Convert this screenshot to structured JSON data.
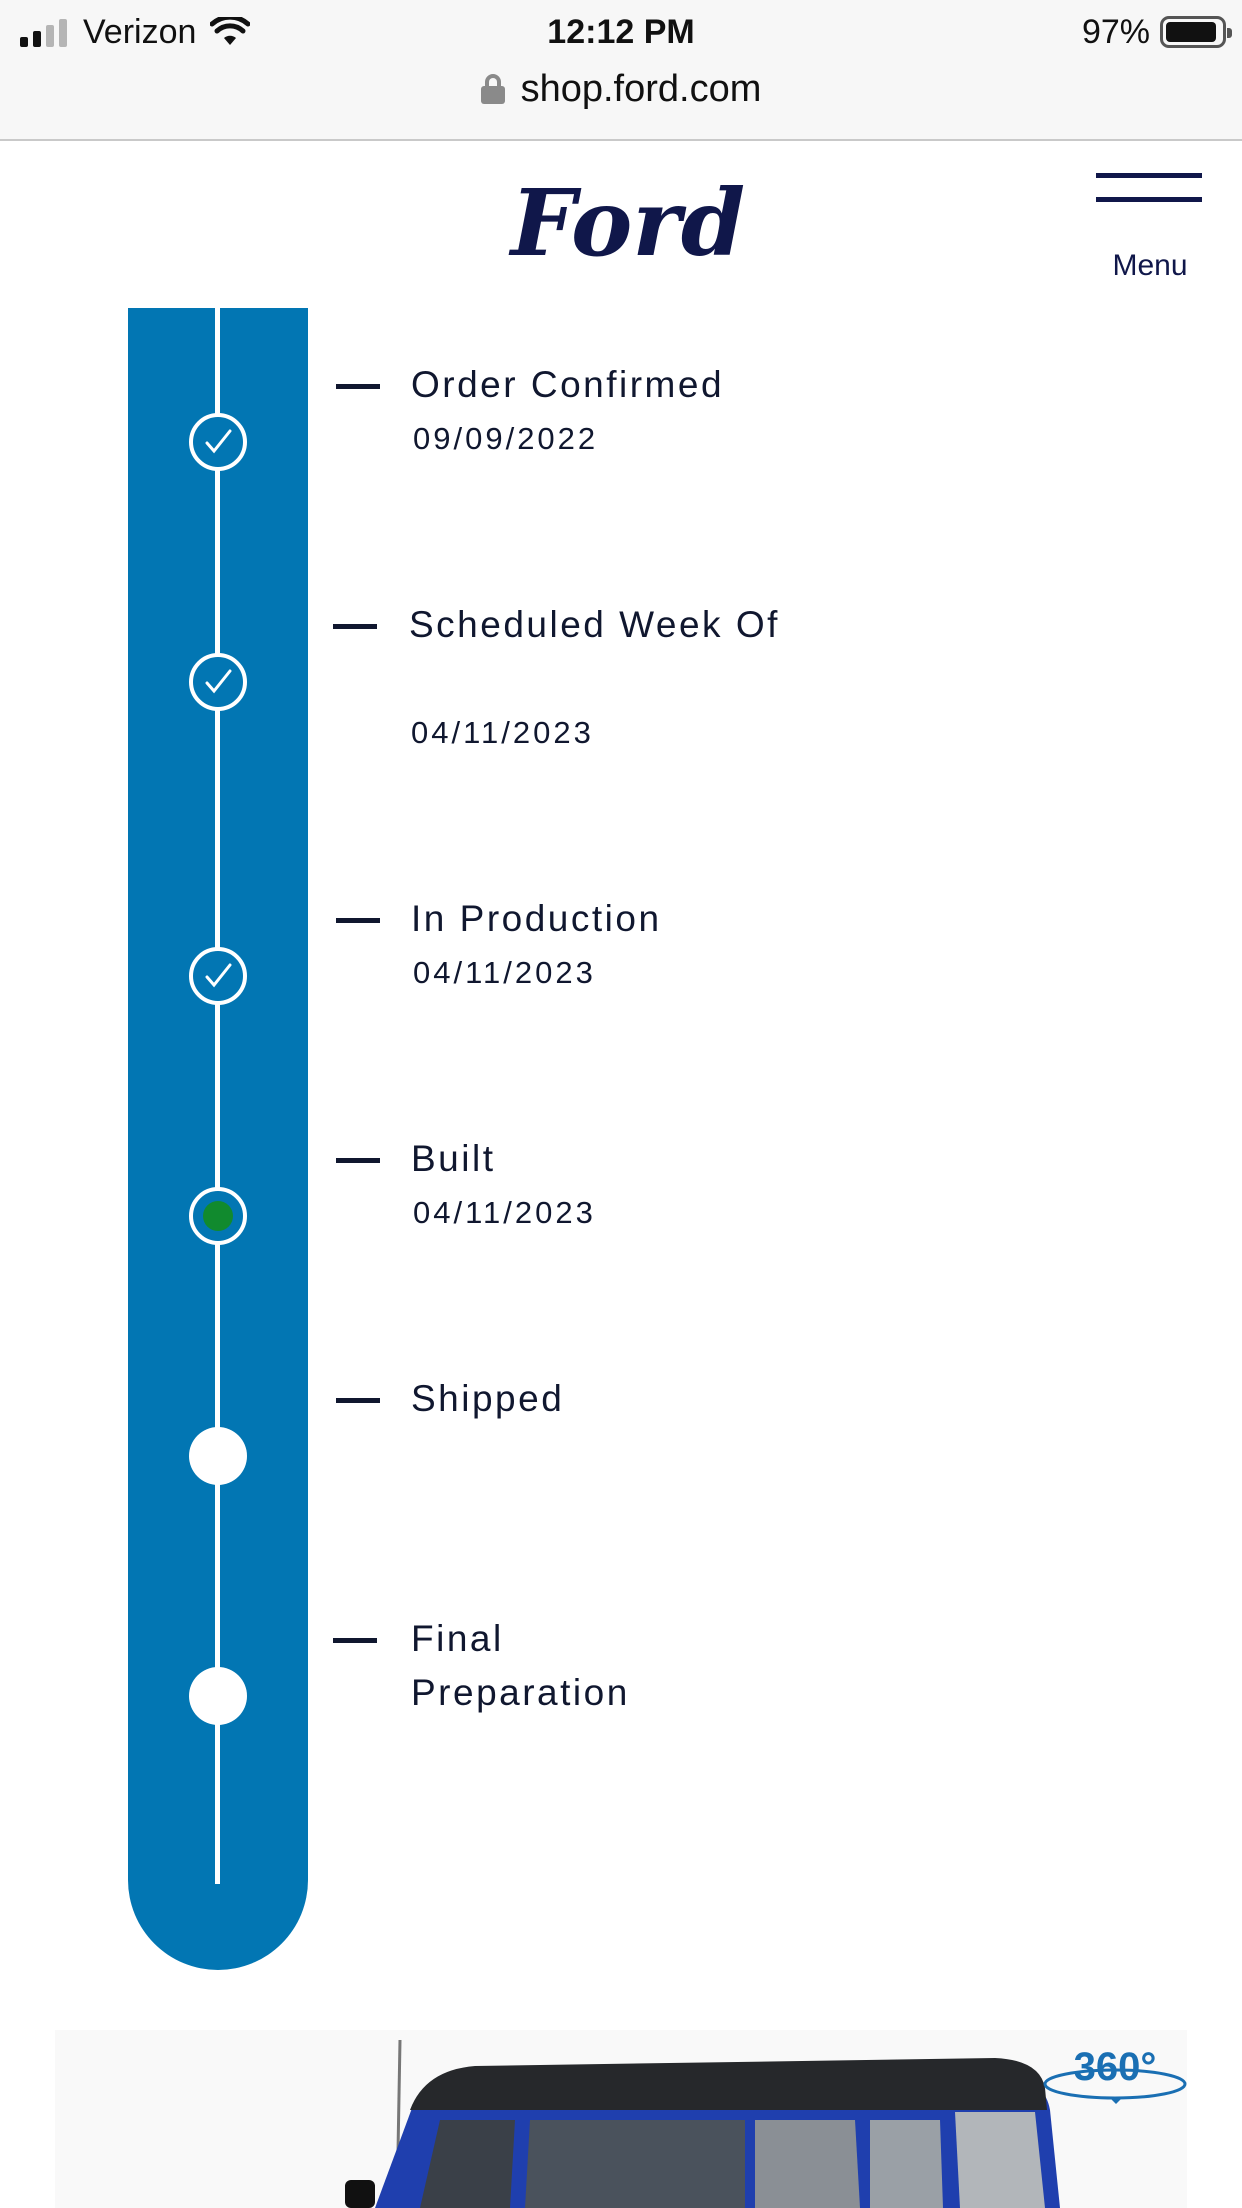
{
  "status_bar": {
    "carrier": "Verizon",
    "time": "12:12 PM",
    "battery": "97%",
    "battery_level": 0.97
  },
  "browser": {
    "url": "shop.ford.com"
  },
  "header": {
    "logo_text": "Ford",
    "menu_label": "Menu"
  },
  "tracker": {
    "steps": [
      {
        "title": "Order Confirmed",
        "date": "09/09/2022",
        "state": "done"
      },
      {
        "title": "Scheduled Week Of",
        "date": "04/11/2023",
        "state": "done"
      },
      {
        "title": "In Production",
        "date": "04/11/2023",
        "state": "done"
      },
      {
        "title": "Built",
        "date": "04/11/2023",
        "state": "current"
      },
      {
        "title": "Shipped",
        "date": "",
        "state": "pending"
      },
      {
        "title": "Final Preparation",
        "date": "",
        "state": "pending"
      }
    ]
  },
  "vehicle": {
    "badge": "360°"
  },
  "colors": {
    "tracker_blue": "#0276b3",
    "current_green": "#118a2e",
    "brand_navy": "#10174a"
  }
}
